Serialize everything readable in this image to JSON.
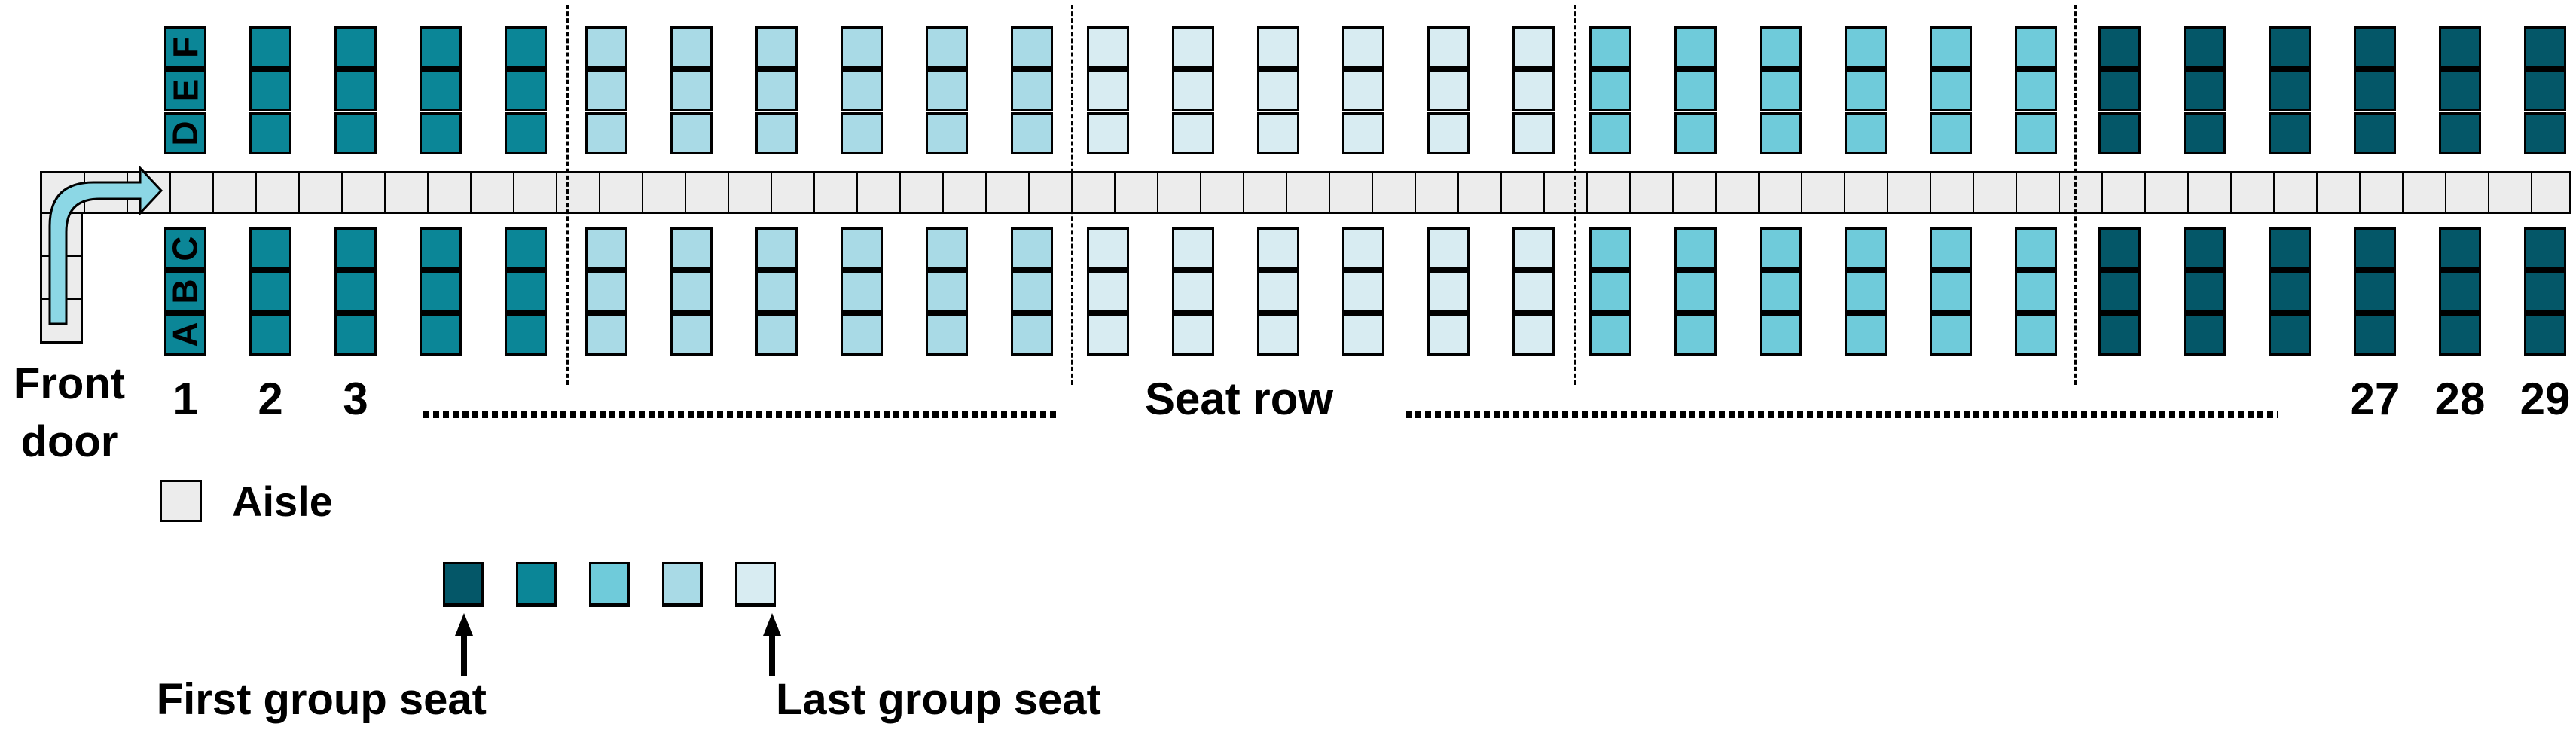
{
  "door": {
    "label": "Front door"
  },
  "axis": {
    "seat_row_label": "Seat row",
    "visible_row_numbers": [
      "1",
      "2",
      "3",
      "27",
      "28",
      "29"
    ]
  },
  "cabin": {
    "rows_total": 29,
    "letters_top_block": [
      "F",
      "E",
      "D"
    ],
    "letters_bottom_block": [
      "C",
      "B",
      "A"
    ],
    "groups": [
      {
        "seat_rows": "1-5",
        "cols": 5,
        "boarding_group": 2,
        "color": "#0b8697"
      },
      {
        "seat_rows": "6-11",
        "cols": 6,
        "boarding_group": 4,
        "color": "#a9dae6"
      },
      {
        "seat_rows": "12-17",
        "cols": 6,
        "boarding_group": 5,
        "color": "#d8ecf2"
      },
      {
        "seat_rows": "18-23",
        "cols": 6,
        "boarding_group": 3,
        "color": "#6fcbda"
      },
      {
        "seat_rows": "24-29",
        "cols": 6,
        "boarding_group": 1,
        "color": "#045768"
      }
    ]
  },
  "aisle": {
    "color": "#ececec"
  },
  "arrow": {
    "color": "#8cd7e5"
  },
  "legend": {
    "aisle_label": "Aisle",
    "group_colors_first_to_last": [
      "#045768",
      "#0b8697",
      "#6fcbda",
      "#a9dae6",
      "#d8ecf2"
    ],
    "first_label": "First group seat",
    "last_label": "Last group seat"
  }
}
